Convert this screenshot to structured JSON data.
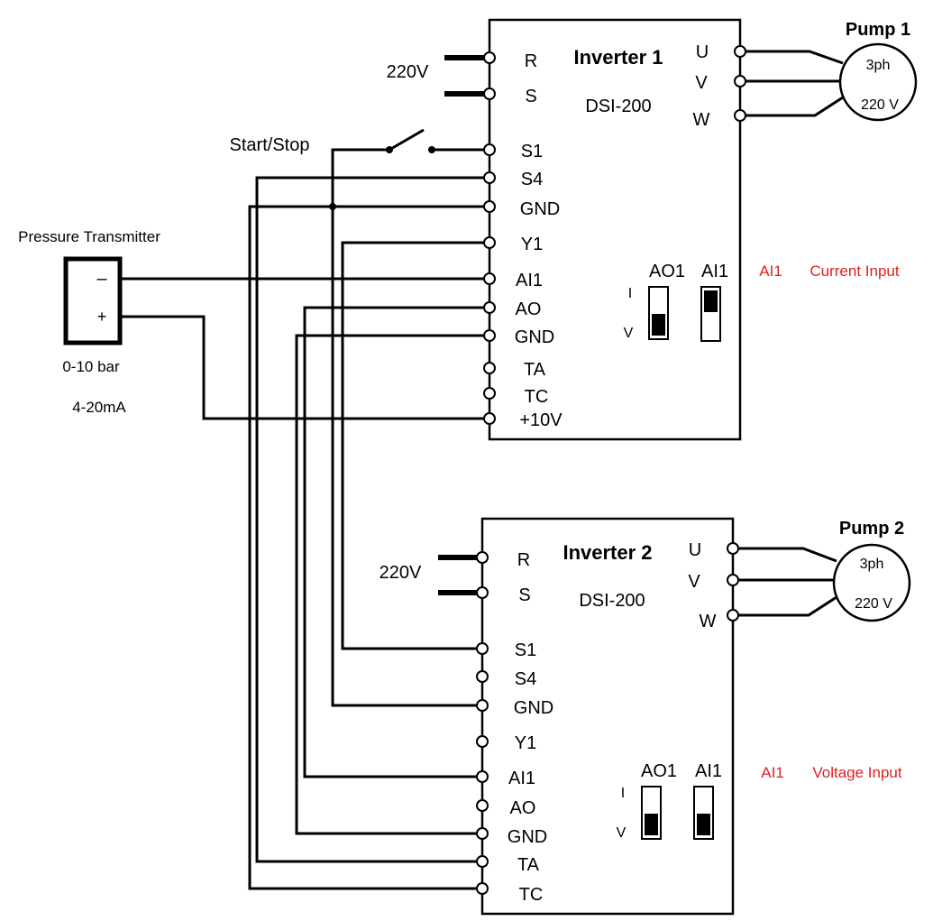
{
  "supply": {
    "label_1": "220V",
    "label_2": "220V"
  },
  "switch": {
    "label": "Start/Stop"
  },
  "transmitter": {
    "title": "Pressure Transmitter",
    "minus": "–",
    "plus": "+",
    "range": "0-10 bar",
    "signal": "4-20mA"
  },
  "inverter1": {
    "title": "Inverter 1",
    "model": "DSI-200",
    "terminals": [
      "R",
      "S",
      "S1",
      "S4",
      "GND",
      "Y1",
      "AI1",
      "AO",
      "GND",
      "TA",
      "TC",
      "+10V"
    ],
    "outputs": [
      "U",
      "V",
      "W"
    ],
    "dip": {
      "ao1": "AO1",
      "ai1": "AI1",
      "i": "I",
      "v": "V"
    },
    "note_terminal": "AI1",
    "note_text": "Current Input"
  },
  "inverter2": {
    "title": "Inverter 2",
    "model": "DSI-200",
    "terminals": [
      "R",
      "S",
      "S1",
      "S4",
      "GND",
      "Y1",
      "AI1",
      "AO",
      "GND",
      "TA",
      "TC"
    ],
    "outputs": [
      "U",
      "V",
      "W"
    ],
    "dip": {
      "ao1": "AO1",
      "ai1": "AI1",
      "i": "I",
      "v": "V"
    },
    "note_terminal": "AI1",
    "note_text": "Voltage Input"
  },
  "pump1": {
    "title": "Pump 1",
    "phase": "3ph",
    "voltage": "220 V"
  },
  "pump2": {
    "title": "Pump 2",
    "phase": "3ph",
    "voltage": "220 V"
  },
  "colors": {
    "note": "#e02020",
    "line": "#000000"
  }
}
